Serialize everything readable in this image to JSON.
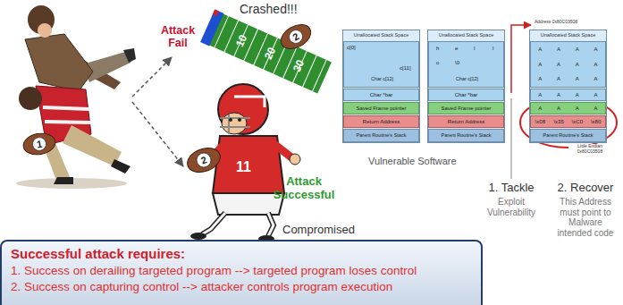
{
  "diagram": {
    "nodes": [
      {
        "text": [
          "1"
        ]
      },
      {
        "text": [
          "2"
        ]
      },
      {
        "text": [
          "2"
        ]
      },
      {
        "text": [
          "Unallocated Stack Space"
        ]
      },
      {
        "text": [
          "c[0]",
          "Char c[12]",
          "c[11]"
        ],
        "in": 3
      },
      {
        "text": [
          "Char *bar"
        ],
        "in": 3
      },
      {
        "text": [
          "Saved Frame pointer"
        ],
        "in": 3
      },
      {
        "text": [
          "Return Address"
        ],
        "in": 3
      },
      {
        "text": [
          "Parent Routine's Stack"
        ],
        "in": 3
      },
      {
        "text": [
          "Unallocated Stack Space"
        ]
      },
      {
        "text": [
          "h",
          "e",
          "l",
          "l",
          "o",
          "\\0",
          "Char c[12]"
        ],
        "in": 9
      },
      {
        "text": [
          "Char *bar"
        ],
        "in": 9
      },
      {
        "text": [
          "Saved Frame pointer"
        ],
        "in": 9
      },
      {
        "text": [
          "Return Address"
        ],
        "in": 9
      },
      {
        "text": [
          "Parent Routine's Stack"
        ],
        "in": 9
      },
      {
        "text": [
          "Unallocated Stack Space"
        ]
      },
      {
        "text": [
          "A",
          "A",
          "A",
          "A",
          "A",
          "A",
          "A",
          "A",
          "A",
          "A",
          "A",
          "A"
        ],
        "in": 15
      },
      {
        "text": [
          "A",
          "A",
          "A",
          "A"
        ],
        "in": 15
      },
      {
        "text": [
          "A",
          "A",
          "A",
          "A"
        ],
        "in": 15
      },
      {
        "text": [
          "\\x08",
          "\\x35",
          "\\xC0",
          "\\x80"
        ],
        "in": 15
      },
      {
        "text": [
          "Parent Routine's Stack"
        ],
        "in": 15
      },
      {
        "text": [
          "Successful attack requires:",
          "1. Success on derailing targeted program --> targeted program loses control",
          "2. Success on capturing control --> attacker controls program execution"
        ]
      }
    ],
    "labels": [
      "Attack Fail",
      "Crashed!!!",
      "10",
      "20",
      "30",
      "11",
      "Attack Successful",
      "Compromised",
      "Vulnerable Software",
      "Address 0x80C03508",
      "Little Endian 0x80C03508",
      "1. Tackle",
      "Exploit Vulnerability",
      "2. Recover",
      "This Address must point to Malware intended code"
    ]
  }
}
